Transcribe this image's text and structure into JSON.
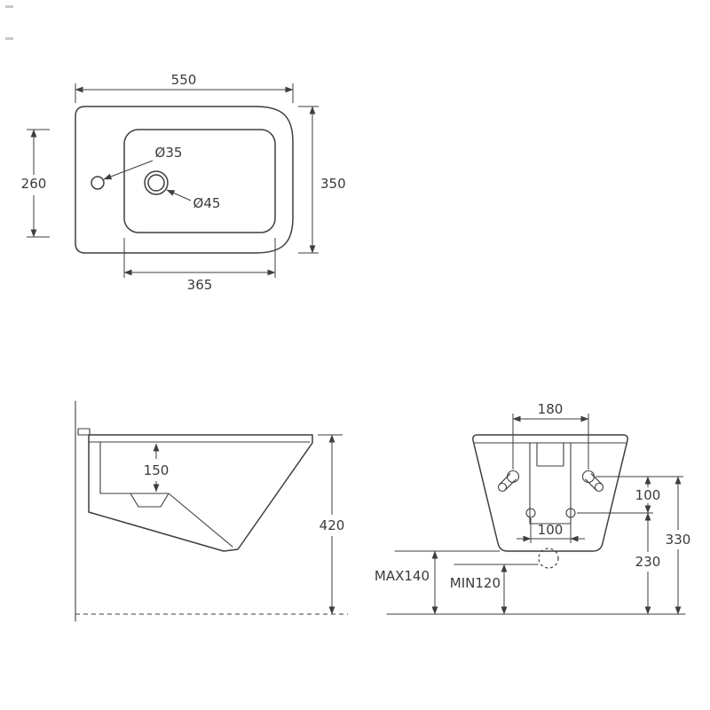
{
  "style": {
    "background": "#ffffff",
    "line_color": "#3e3e3e",
    "text_color": "#3a3a3a"
  },
  "drawing": {
    "top_view": {
      "width_label": "550",
      "depth_label": "350",
      "setback_label": "260",
      "basin_length_label": "365",
      "small_hole_label": "Ø35",
      "faucet_hole_label": "Ø45"
    },
    "side_view": {
      "basin_depth_label": "150",
      "height_label": "420"
    },
    "rear_view": {
      "fixing_span_label": "180",
      "fixing_to_holes_label": "100",
      "holes_span_label": "100",
      "holes_to_floor_label": "230",
      "fixing_to_floor_label": "330",
      "outlet_max_label": "MAX140",
      "outlet_min_label": "MIN120"
    }
  }
}
